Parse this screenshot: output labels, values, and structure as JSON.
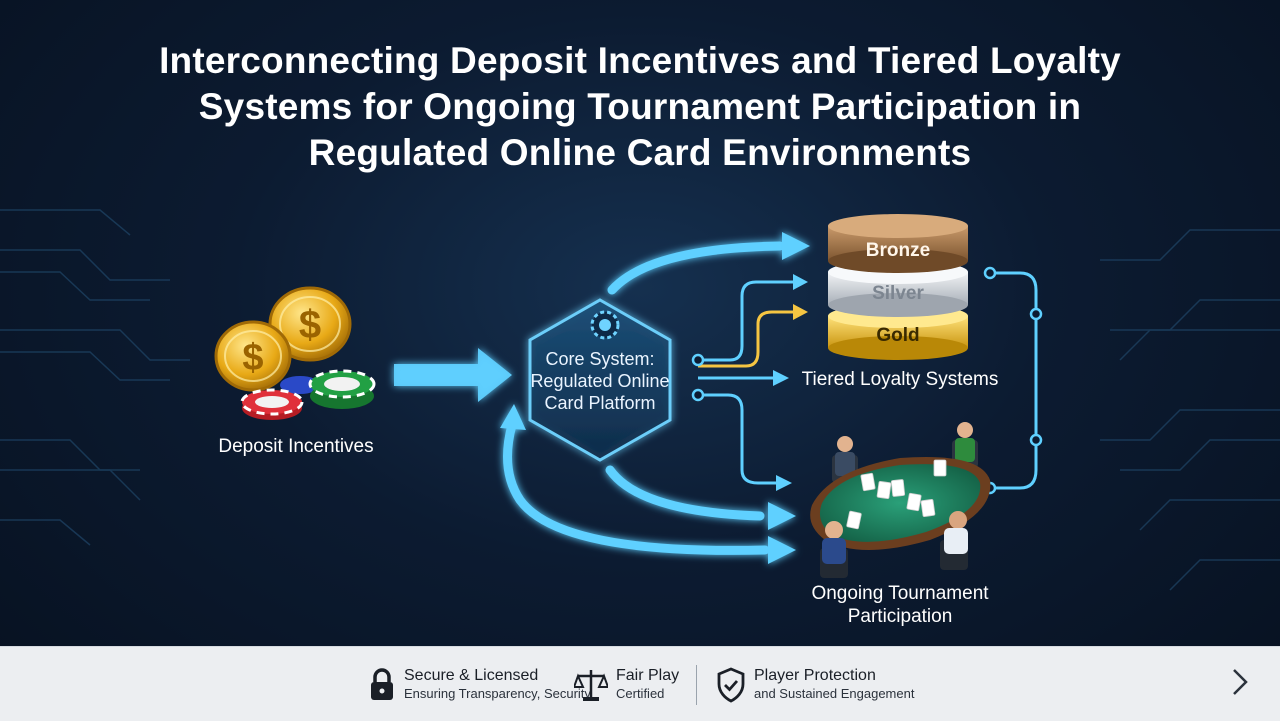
{
  "title": {
    "line1": "Interconnecting Deposit Incentives and Tiered Loyalty",
    "line2": "Systems for Ongoing Tournament Participation in",
    "line3": "Regulated Online Card Environments"
  },
  "nodes": {
    "deposit": "Deposit Incentives",
    "core": "Core System: Regulated Online Card Platform",
    "loyalty": "Tiered Loyalty Systems",
    "tournament": "Ongoing Tournament Participation"
  },
  "tiers": [
    "Bronze",
    "Silver",
    "Gold"
  ],
  "colors": {
    "accent": "#4fc3f7",
    "gold_arrow": "#f5c542",
    "bronze": "#a8784a",
    "silver": "#c9ced4",
    "gold": "#e8b92a",
    "table_felt": "#1f7d5c"
  },
  "footer": {
    "secure_title": "Secure & Licensed",
    "secure_sub": "Ensuring Transparency, Security",
    "fair_title": "Fair Play",
    "fair_sub": "Certified",
    "protect_title": "Player Protection",
    "protect_sub": "and Sustained Engagement"
  },
  "icons": [
    "lock-icon",
    "scales-icon",
    "shield-check-icon",
    "chevron-right-icon",
    "coin-icon",
    "poker-chip-icon"
  ]
}
